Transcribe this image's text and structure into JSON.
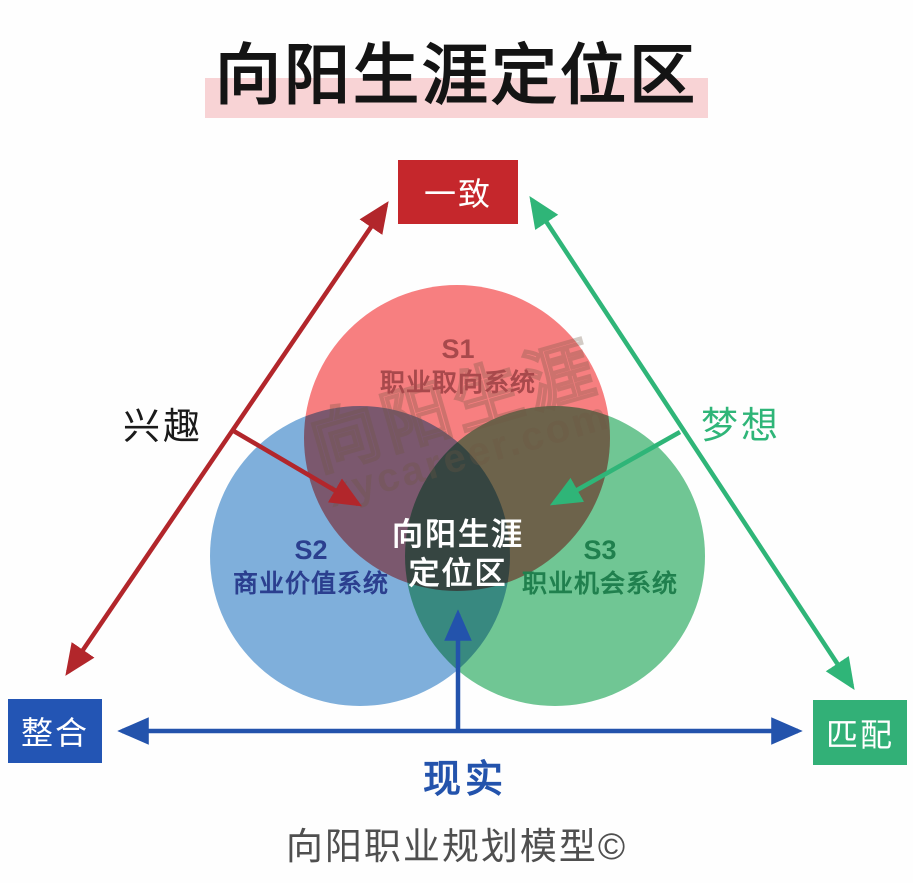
{
  "title": "向阳生涯定位区",
  "caption": "向阳职业规划模型©",
  "watermark": {
    "line1": "向阳生涯",
    "line2": "xycareer.com"
  },
  "nodes": {
    "top": {
      "label": "一致"
    },
    "bottom_left": {
      "label": "整合"
    },
    "bottom_right": {
      "label": "匹配"
    }
  },
  "edge_labels": {
    "left": {
      "label": "兴趣"
    },
    "right": {
      "label": "梦想"
    },
    "bottom": {
      "label": "现实"
    }
  },
  "circles": {
    "s1": {
      "code": "S1",
      "label": "职业取向系统"
    },
    "s2": {
      "code": "S2",
      "label": "商业价值系统"
    },
    "s3": {
      "code": "S3",
      "label": "职业机会系统"
    }
  },
  "center": {
    "line1": "向阳生涯",
    "line2": "定位区"
  },
  "colors": {
    "arrow_red": "#b2262b",
    "arrow_green": "#2fb578",
    "arrow_blue": "#2353ac",
    "box_red": "#c5272c",
    "box_blue": "#2355b4",
    "box_green": "#32b077",
    "s1": "#f87f81",
    "s2": "#7fb0dc",
    "s3": "#70c795",
    "s1_text": "#a8494c",
    "s2_text": "#2b3f8f",
    "s3_text": "#20804e",
    "highlight": "#f8d3d5"
  }
}
